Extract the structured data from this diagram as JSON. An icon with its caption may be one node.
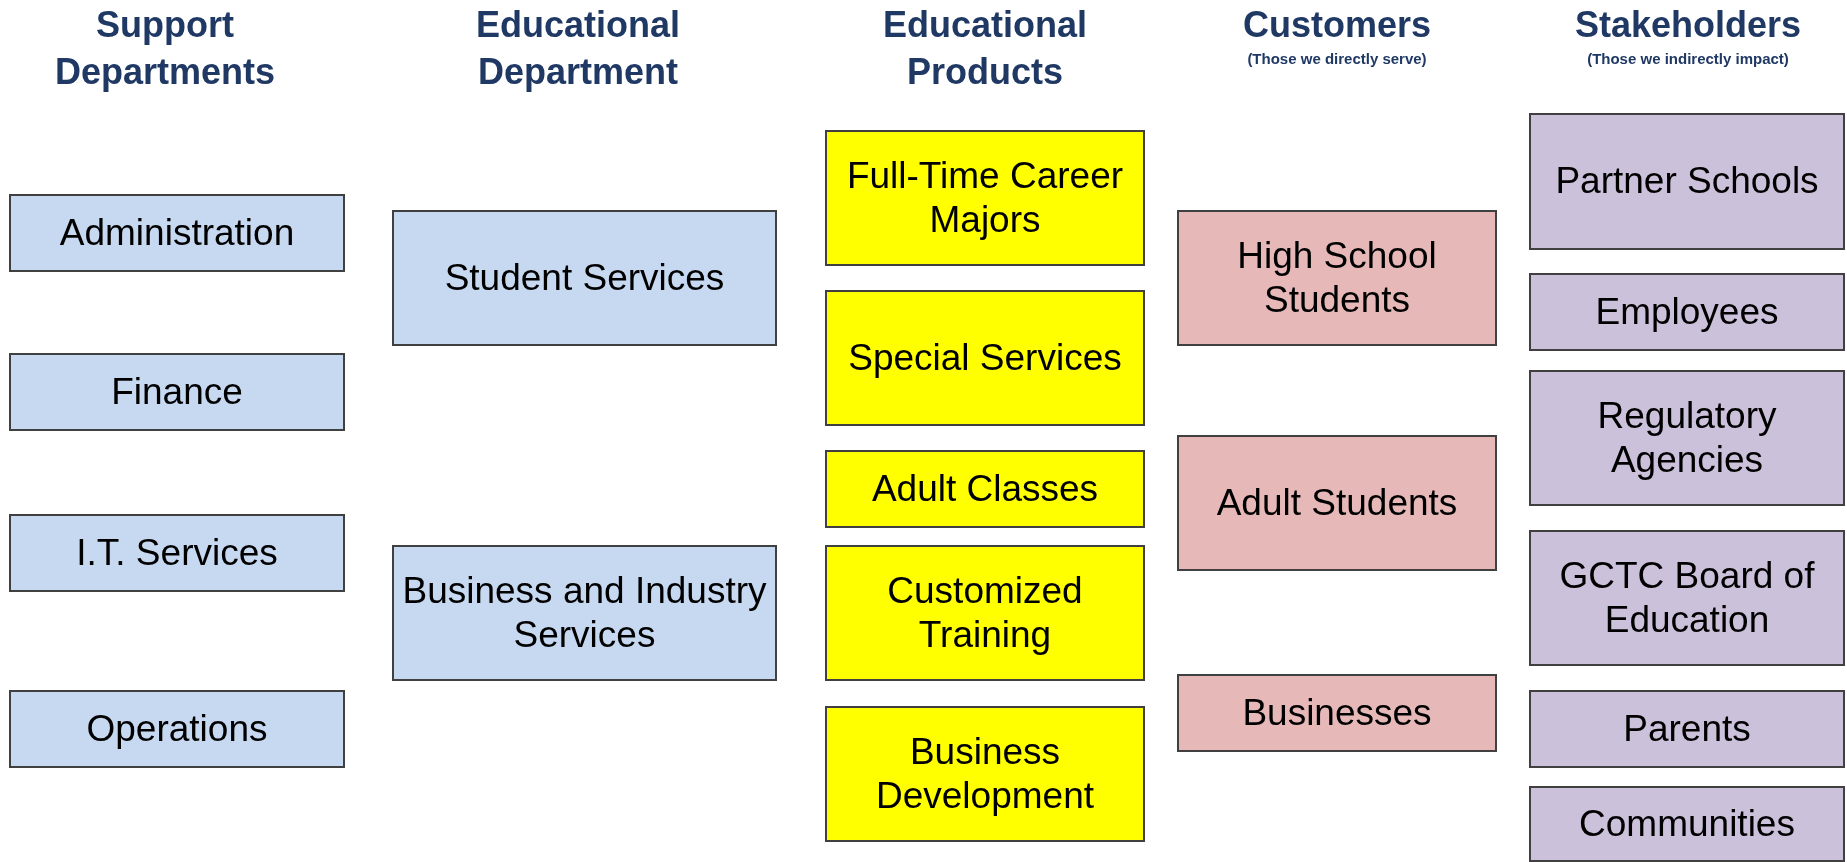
{
  "diagram": {
    "nodes": [
      {
        "text": [
          "Administration"
        ]
      },
      {
        "text": [
          "Finance"
        ]
      },
      {
        "text": [
          "I.T. Services"
        ]
      },
      {
        "text": [
          "Operations"
        ]
      },
      {
        "text": [
          "Student Services"
        ]
      },
      {
        "text": [
          "Business and Industry Services"
        ]
      },
      {
        "text": [
          "Full-Time Career Majors"
        ]
      },
      {
        "text": [
          "Special Services"
        ]
      },
      {
        "text": [
          "Adult Classes"
        ]
      },
      {
        "text": [
          "Customized Training"
        ]
      },
      {
        "text": [
          "Business Development"
        ]
      },
      {
        "text": [
          "High School Students"
        ]
      },
      {
        "text": [
          "Adult Students"
        ]
      },
      {
        "text": [
          "Businesses"
        ]
      },
      {
        "text": [
          "Partner Schools"
        ]
      },
      {
        "text": [
          "Employees"
        ]
      },
      {
        "text": [
          "Regulatory Agencies"
        ]
      },
      {
        "text": [
          "GCTC Board of Education"
        ]
      },
      {
        "text": [
          "Parents"
        ]
      },
      {
        "text": [
          "Communities"
        ]
      }
    ],
    "labels": [
      "Support Departments",
      "Educational Department",
      "Educational Products",
      "Customers",
      "(Those we directly serve)",
      "Stakeholders",
      "(Those we indirectly impact)"
    ]
  }
}
